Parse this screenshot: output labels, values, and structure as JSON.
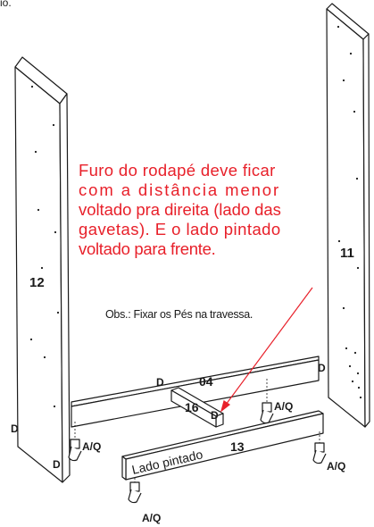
{
  "corner_text": "io.",
  "instruction": {
    "line1": "Furo do rodapé deve ficar",
    "line2": "com a distância menor",
    "line3": "voltado pra direita (lado das",
    "line4": "gavetas). E o lado pintado",
    "line5": "voltado para frente."
  },
  "observation": "Obs.: Fixar os Pés na travessa.",
  "parts": {
    "left_panel": "12",
    "right_panel": "11",
    "rear_rail": "04",
    "cross_brace": "16",
    "front_plinth": "13"
  },
  "plinth_text": "Lado pintado",
  "hole_label": "D",
  "foot_label": "A/Q",
  "colors": {
    "annotation": "#e8202a",
    "line": "#1a1a1a"
  }
}
